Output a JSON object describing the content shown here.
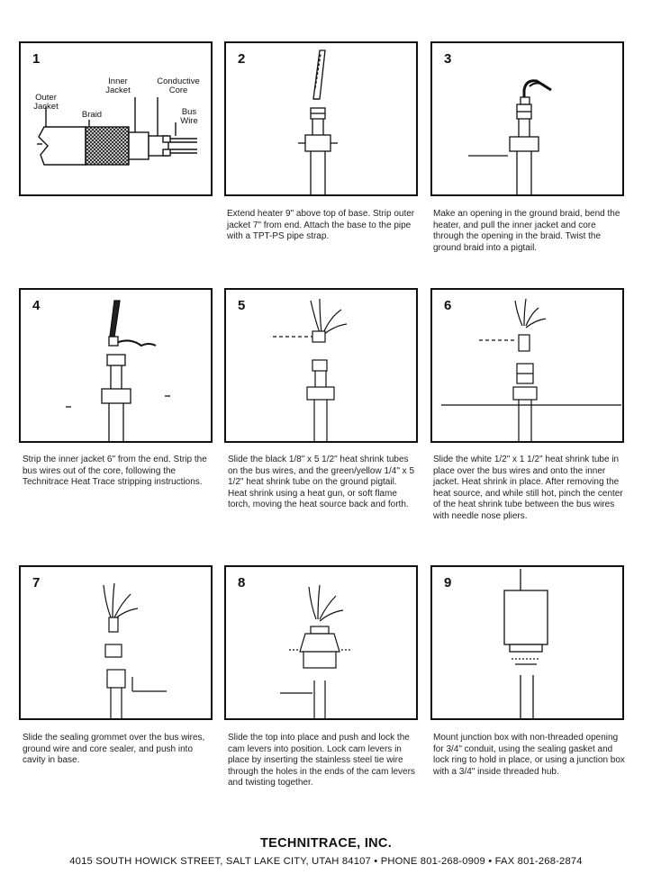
{
  "steps": [
    {
      "number": "1",
      "caption": "",
      "labels": {
        "outer_jacket": "Outer Jacket",
        "braid": "Braid",
        "inner_jacket": "Inner Jacket",
        "conductive_core": "Conductive Core",
        "bus_wire": "Bus Wire"
      }
    },
    {
      "number": "2",
      "caption": "Extend heater 9\" above top of base. Strip outer jacket 7\" from end. Attach the base to the pipe with a TPT-PS pipe strap."
    },
    {
      "number": "3",
      "caption": "Make an opening in the ground braid, bend the heater, and pull the inner jacket and core through the opening in the braid. Twist the ground braid into a pigtail."
    },
    {
      "number": "4",
      "caption": "Strip the inner jacket 6\" from the end. Strip the bus wires out of the core, following the Technitrace Heat Trace stripping instructions."
    },
    {
      "number": "5",
      "caption": "Slide the black 1/8\" x 5 1/2\" heat shrink tubes on the bus wires, and the green/yellow 1/4\" x 5 1/2\" heat shrink tube on the ground pigtail. Heat shrink using a heat gun, or soft flame torch, moving the heat source back and forth."
    },
    {
      "number": "6",
      "caption": "Slide the white 1/2\" x 1 1/2\" heat shrink tube in place over the bus wires and onto the inner jacket. Heat shrink in place. After removing the heat source, and while still hot, pinch the center of the heat shrink tube between the bus wires with needle nose pliers."
    },
    {
      "number": "7",
      "caption": "Slide the sealing grommet over the bus wires, ground wire and core sealer, and push into cavity in base."
    },
    {
      "number": "8",
      "caption": "Slide the top into place and push and lock the cam levers into position. Lock cam levers in place by inserting the stainless steel tie wire through the holes in the ends of the cam levers and twisting together."
    },
    {
      "number": "9",
      "caption": "Mount junction box with non-threaded opening for 3/4\" conduit, using the sealing gasket and lock ring to hold in place, or using a junction box with a 3/4\" inside threaded hub."
    }
  ],
  "footer": {
    "company": "TECHNITRACE, INC.",
    "address": "4015 SOUTH HOWICK STREET, SALT LAKE CITY, UTAH 84107 • PHONE 801-268-0909 • FAX 801-268-2874"
  }
}
